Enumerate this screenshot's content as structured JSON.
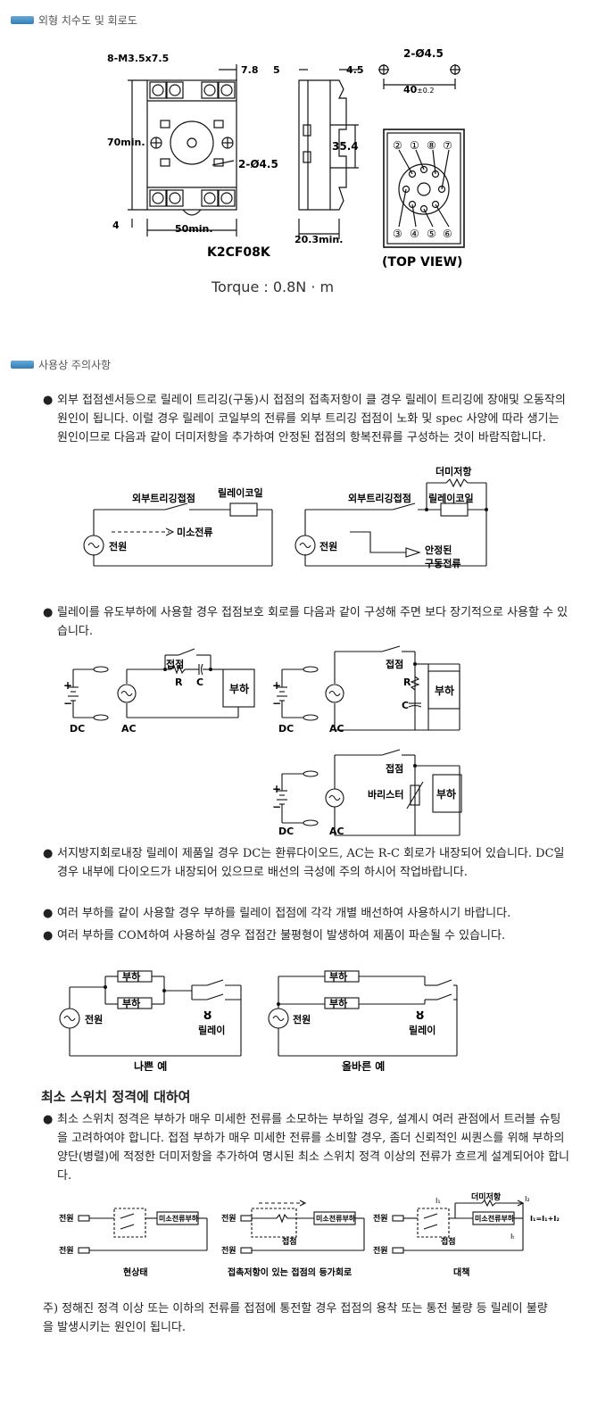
{
  "sections": {
    "dimensions_title": "외형 치수도 및 회로도",
    "caution_title": "사용상 주의사항",
    "min_switch_title": "최소 스위치 정격에 대하여"
  },
  "dim_drawing": {
    "screw_label": "8-M3.5x7.5",
    "dim_7_8": "7.8",
    "dim_70min": "70min.",
    "hole_label": "2-Ø4.5",
    "dim_4": "4",
    "dim_50min": "50min.",
    "dim_5": "5",
    "dim_4_5": "4.5",
    "dim_35_4": "35.4",
    "dim_20_3": "20.3min.",
    "top_holes": "2-Ø4.5",
    "top_40": "40",
    "top_40_tol": "±0.2",
    "pins_top": [
      "②",
      "①",
      "⑧",
      "⑦"
    ],
    "pins_bottom": [
      "③",
      "④",
      "⑤",
      "⑥"
    ],
    "model": "K2CF08K",
    "top_view": "(TOP VIEW)",
    "torque": "Torque : 0.8N · m"
  },
  "paragraphs": {
    "p1": "외부 접점센서등으로 릴레이 트리깅(구동)시 접점의 접촉저항이 클 경우 릴레이 트리깅에 장애및 오동작의 원인이 됩니다. 이럴 경우 릴레이 코일부의 전류를 외부 트리깅 접점이 노화 및 spec 사양에 따라 생기는 원인이므로 다음과 같이 더미저항을 추가하여 안정된 접점의 항복전류를 구성하는 것이 바람직합니다.",
    "p2": "릴레이를 유도부하에 사용할 경우 접점보호 회로를 다음과 같이 구성해 주면 보다 장기적으로 사용할 수 있습니다.",
    "p3": "서지방지회로내장 릴레이 제품일 경우 DC는 환류다이오드, AC는 R-C 회로가 내장되어 있습니다. DC일 경우 내부에 다이오드가 내장되어 있으므로 배선의 극성에 주의 하시어 작업바랍니다.",
    "p4": "여러 부하를 같이 사용할 경우 부하를 릴레이 접점에 각각 개별 배선하여 사용하시기 바랍니다.",
    "p5": "여러 부하를 COM하여 사용하실 경우 접점간 불평형이 발생하여 제품이 파손될 수 있습니다.",
    "p6": "최소 스위치 정격은 부하가 매우 미세한 전류를 소모하는 부하일 경우, 설계시 여러 관점에서 트러블 슈팅을 고려하여야 합니다. 접점 부하가 매우 미세한 전류를 소비할 경우, 좀더 신뢰적인 씨퀀스를 위해 부하의 양단(병렬)에 적정한 더미저항을 추가하여 명시된 최소 스위치 정격 이상의 전류가 흐르게 설계되어야 합니다.",
    "note": "주) 정해진 정격 이상 또는 이하의 전류를 접점에 통전할 경우 접점의 용착 또는 통전 불량 등 릴레이 불량을 발생시키는 원인이 됩니다."
  },
  "circuit1": {
    "ext_contact": "외부트리깅접점",
    "relay_coil": "릴레이코일",
    "micro_current": "미소전류",
    "power": "전원",
    "dummy_resistor": "더미저항",
    "stable": "안정된",
    "drive_current": "구동전류"
  },
  "circuit2": {
    "contact": "접점",
    "r": "R",
    "c": "C",
    "load": "부하",
    "dc": "DC",
    "ac": "AC",
    "plus": "+",
    "minus": "−",
    "varistor": "바리스터"
  },
  "circuit3": {
    "load": "부하",
    "power": "전원",
    "relay": "릴레이",
    "bad_example": "나쁜 예",
    "good_example": "올바른 예"
  },
  "circuit4": {
    "power": "전원",
    "micro_load": "미소전류부하",
    "contact": "접점",
    "dummy": "더미저항",
    "cap1": "현상태",
    "cap2": "접촉저항이 있는 접점의 등가회로",
    "cap3": "대책",
    "i1": "I₁",
    "i2": "I₂",
    "it": "Iₜ",
    "eq": "I₁=I₁+I₂"
  }
}
